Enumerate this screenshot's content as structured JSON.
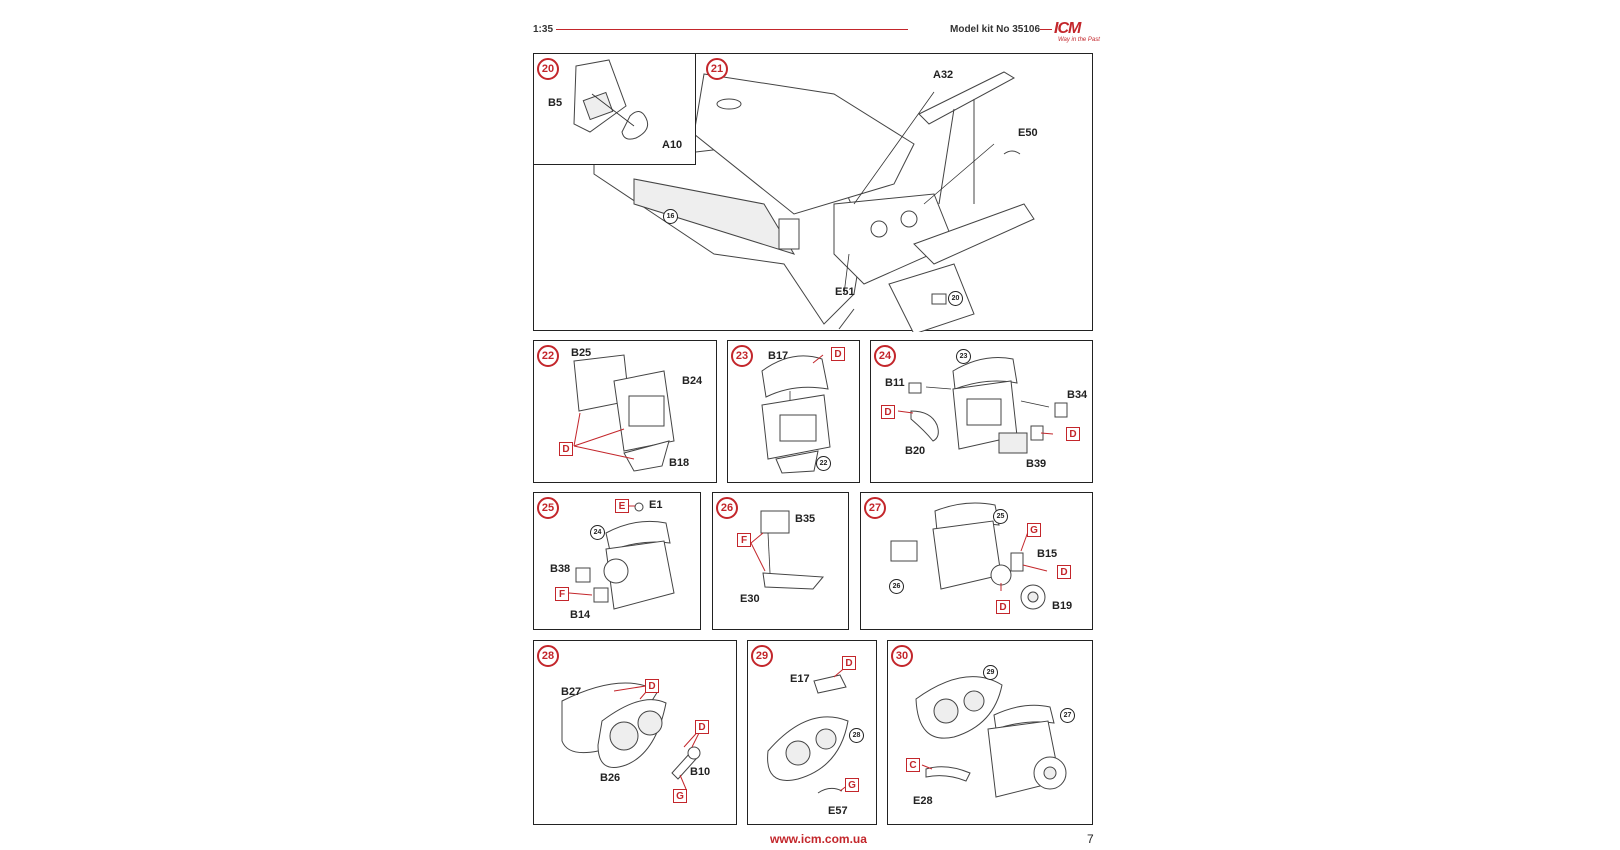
{
  "header": {
    "scale": "1:35",
    "kit": "Model kit No 35106",
    "logo": "ICM",
    "logo_tagline": "Way in the Past"
  },
  "steps": [
    {
      "num": "20",
      "parts": [
        "B5",
        "A10"
      ]
    },
    {
      "num": "21",
      "parts": [
        "A32",
        "E50",
        "E51"
      ],
      "refs": [
        "16",
        "20"
      ]
    },
    {
      "num": "22",
      "parts": [
        "B25",
        "B24",
        "B18"
      ],
      "glue": [
        "D"
      ]
    },
    {
      "num": "23",
      "parts": [
        "B17"
      ],
      "glue": [
        "D"
      ],
      "refs": [
        "22"
      ]
    },
    {
      "num": "24",
      "parts": [
        "B11",
        "B34",
        "B20",
        "B39"
      ],
      "glue": [
        "D",
        "D"
      ],
      "refs": [
        "23"
      ]
    },
    {
      "num": "25",
      "parts": [
        "E1",
        "B38",
        "B14"
      ],
      "glue": [
        "E",
        "F"
      ],
      "refs": [
        "24"
      ]
    },
    {
      "num": "26",
      "parts": [
        "B35",
        "E30"
      ],
      "glue": [
        "F"
      ]
    },
    {
      "num": "27",
      "parts": [
        "B15",
        "B19"
      ],
      "glue": [
        "G",
        "D",
        "D"
      ],
      "refs": [
        "25",
        "26"
      ]
    },
    {
      "num": "28",
      "parts": [
        "B27",
        "B26",
        "B10"
      ],
      "glue": [
        "D",
        "D",
        "G"
      ]
    },
    {
      "num": "29",
      "parts": [
        "E17",
        "E57"
      ],
      "glue": [
        "D",
        "G"
      ],
      "refs": [
        "28"
      ]
    },
    {
      "num": "30",
      "parts": [
        "E28"
      ],
      "glue": [
        "C"
      ],
      "refs": [
        "29",
        "27"
      ]
    }
  ],
  "footer": {
    "url": "www.icm.com.ua",
    "page": "7"
  },
  "colors": {
    "accent": "#c3262b",
    "line": "#222222"
  }
}
